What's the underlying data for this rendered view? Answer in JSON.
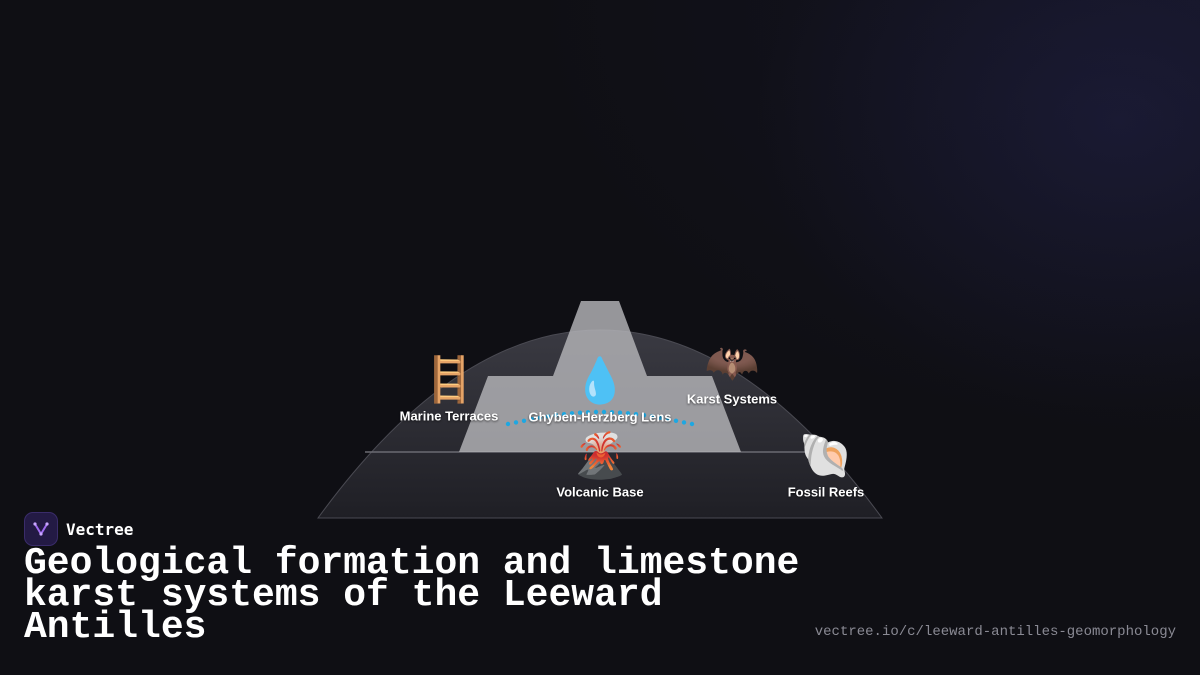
{
  "diagram": {
    "nodes": [
      {
        "id": "marine-terraces",
        "label": "Marine Terraces",
        "icon": "ladder-icon",
        "glyph": "🪜"
      },
      {
        "id": "ghyben-herzberg-lens",
        "label": "Ghyben-Herzberg Lens",
        "icon": "water-drop-icon",
        "glyph": "💧"
      },
      {
        "id": "karst-systems",
        "label": "Karst Systems",
        "icon": "bat-icon",
        "glyph": "🦇"
      },
      {
        "id": "volcanic-base",
        "label": "Volcanic Base",
        "icon": "volcano-icon",
        "glyph": "🌋"
      },
      {
        "id": "fossil-reefs",
        "label": "Fossil Reefs",
        "icon": "shell-icon",
        "glyph": "🐚"
      }
    ],
    "colors": {
      "island_fill": "#2c2c34",
      "limestone_fill": "#b5b5b8",
      "lens_dots": "#1ea7e1"
    }
  },
  "brand": {
    "name": "Vectree"
  },
  "title": "Geological formation and limestone karst systems of the Leeward Antilles",
  "url": "vectree.io/c/leeward-antilles-geomorphology"
}
